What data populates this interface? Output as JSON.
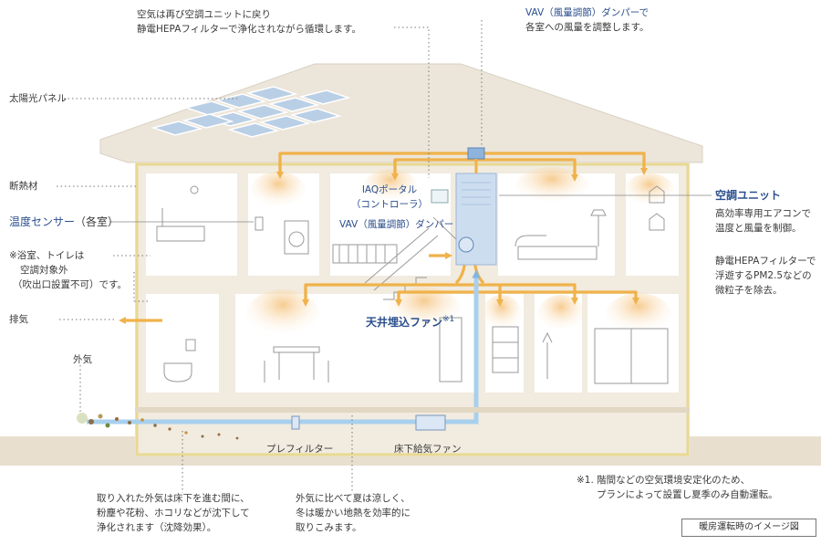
{
  "labels": {
    "air_return": [
      "空気は再び空調ユニットに戻り",
      "静電HEPAフィルターで浄化されながら循環します。"
    ],
    "vav_top_title": "VAV（風量調節）ダンパーで",
    "vav_top_desc": "各室への風量を調整します。",
    "solar": "太陽光パネル",
    "insulation": "断熱材",
    "temp_sensor": "温度センサー",
    "temp_sensor_suffix": "（各室）",
    "bath_note": [
      "※浴室、トイレは",
      "空調対象外",
      "（吹出口設置不可）です。"
    ],
    "exhaust": "排気",
    "outside_air": "外気",
    "iaq_portal": [
      "IAQポータル",
      "（コントローラ）"
    ],
    "vav_mid": "VAV（風量調節）ダンパー",
    "ceiling_fan": "天井埋込ファン",
    "ceiling_fan_mark": "※1",
    "ac_unit_title": "空調ユニット",
    "ac_unit_desc1": [
      "高効率専用エアコンで",
      "温度と風量を制御。"
    ],
    "ac_unit_desc2": [
      "静電HEPAフィルターで",
      "浮遊するPM2.5などの",
      "微粒子を除去。"
    ],
    "prefilter": "プレフィルター",
    "underfloor_fan": "床下給気ファン",
    "settle_note": [
      "取り入れた外気は床下を進む間に、",
      "粉塵や花粉、ホコリなどが沈下して",
      "浄化されます（沈降効果）。"
    ],
    "geo_note": [
      "外気に比べて夏は涼しく、",
      "冬は暖かい地熱を効率的に",
      "取りこみます。"
    ],
    "footnote": [
      "※1. 階間などの空気環境安定化のため、",
      "プランによって設置し夏季のみ自動運転。"
    ],
    "image_note": "暖房運転時のイメージ図"
  },
  "colors": {
    "accent_blue": "#2b4f8c",
    "warm_air": "#f0b24a",
    "fresh_air": "#7fb6e0",
    "wall": "#f1ebe0",
    "roof": "#e9e2d6",
    "ground": "#e8dfcf",
    "solar_panel": "#b9cfe6"
  },
  "icons": [
    "solar-panel-icon",
    "ac-unit-icon",
    "vav-damper-icon",
    "iaq-controller-icon",
    "prefilter-icon",
    "underfloor-fan-icon",
    "ceiling-fan-icon"
  ]
}
